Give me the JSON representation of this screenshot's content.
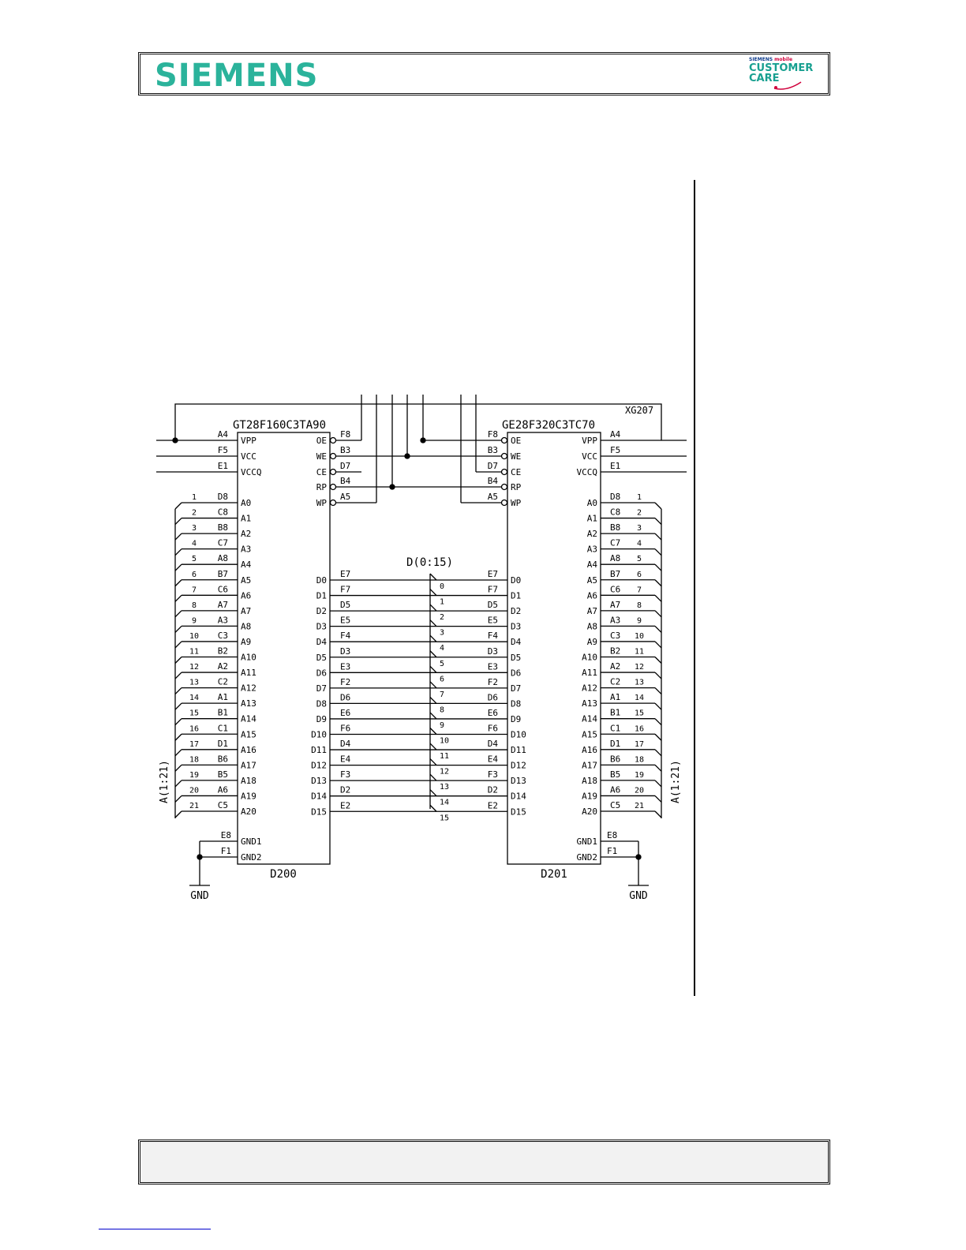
{
  "header": {
    "brand": "SIEMENS",
    "care_logo": {
      "line1_brand": "SIEMENS",
      "line1_mobile": "mobile",
      "line2": "CUSTOMER",
      "line3": "CARE"
    }
  },
  "schematic": {
    "left_chip": {
      "part": "GT28F160C3TA90",
      "ref": "D200"
    },
    "right_chip": {
      "part": "GE28F320C3TC70",
      "ref": "D201"
    },
    "connector": "XG207",
    "bus_data": "D(0:15)",
    "bus_addr": "A(1:21)",
    "gnd": "GND",
    "power_pins": [
      {
        "ball": "A4",
        "name": "VPP"
      },
      {
        "ball": "F5",
        "name": "VCC"
      },
      {
        "ball": "E1",
        "name": "VCCQ"
      }
    ],
    "ctrl_pins": [
      {
        "name": "OE",
        "ball": "F8"
      },
      {
        "name": "WE",
        "ball": "B3"
      },
      {
        "name": "CE",
        "ball": "D7"
      },
      {
        "name": "RP",
        "ball": "B4"
      },
      {
        "name": "WP",
        "ball": "A5"
      }
    ],
    "addr_rows": [
      {
        "num": "1",
        "ball": "D8",
        "pin": "A0"
      },
      {
        "num": "2",
        "ball": "C8",
        "pin": "A1"
      },
      {
        "num": "3",
        "ball": "B8",
        "pin": "A2"
      },
      {
        "num": "4",
        "ball": "C7",
        "pin": "A3"
      },
      {
        "num": "5",
        "ball": "A8",
        "pin": "A4"
      },
      {
        "num": "6",
        "ball": "B7",
        "pin": "A5"
      },
      {
        "num": "7",
        "ball": "C6",
        "pin": "A6"
      },
      {
        "num": "8",
        "ball": "A7",
        "pin": "A7"
      },
      {
        "num": "9",
        "ball": "A3",
        "pin": "A8"
      },
      {
        "num": "10",
        "ball": "C3",
        "pin": "A9"
      },
      {
        "num": "11",
        "ball": "B2",
        "pin": "A10"
      },
      {
        "num": "12",
        "ball": "A2",
        "pin": "A11"
      },
      {
        "num": "13",
        "ball": "C2",
        "pin": "A12"
      },
      {
        "num": "14",
        "ball": "A1",
        "pin": "A13"
      },
      {
        "num": "15",
        "ball": "B1",
        "pin": "A14"
      },
      {
        "num": "16",
        "ball": "C1",
        "pin": "A15"
      },
      {
        "num": "17",
        "ball": "D1",
        "pin": "A16"
      },
      {
        "num": "18",
        "ball": "B6",
        "pin": "A17"
      },
      {
        "num": "19",
        "ball": "B5",
        "pin": "A18"
      },
      {
        "num": "20",
        "ball": "A6",
        "pin": "A19"
      },
      {
        "num": "21",
        "ball": "C5",
        "pin": "A20"
      }
    ],
    "data_rows": [
      {
        "pin": "D0",
        "ball": "E7",
        "num": "0"
      },
      {
        "pin": "D1",
        "ball": "F7",
        "num": "1"
      },
      {
        "pin": "D2",
        "ball": "D5",
        "num": "2"
      },
      {
        "pin": "D3",
        "ball": "E5",
        "num": "3"
      },
      {
        "pin": "D4",
        "ball": "F4",
        "num": "4"
      },
      {
        "pin": "D5",
        "ball": "D3",
        "num": "5"
      },
      {
        "pin": "D6",
        "ball": "E3",
        "num": "6"
      },
      {
        "pin": "D7",
        "ball": "F2",
        "num": "7"
      },
      {
        "pin": "D8",
        "ball": "D6",
        "num": "8"
      },
      {
        "pin": "D9",
        "ball": "E6",
        "num": "9"
      },
      {
        "pin": "D10",
        "ball": "F6",
        "num": "10"
      },
      {
        "pin": "D11",
        "ball": "D4",
        "num": "11"
      },
      {
        "pin": "D12",
        "ball": "E4",
        "num": "12"
      },
      {
        "pin": "D13",
        "ball": "F3",
        "num": "13"
      },
      {
        "pin": "D14",
        "ball": "D2",
        "num": "14"
      },
      {
        "pin": "D15",
        "ball": "E2",
        "num": "15"
      }
    ],
    "gnd_pins": [
      {
        "ball": "E8",
        "name": "GND1"
      },
      {
        "ball": "F1",
        "name": "GND2"
      }
    ]
  }
}
